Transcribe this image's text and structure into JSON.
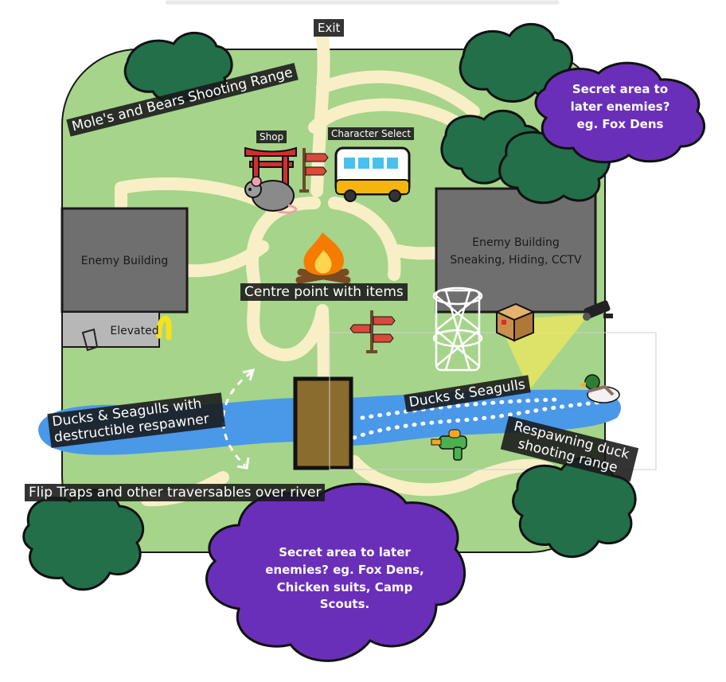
{
  "labels": {
    "exit": "Exit",
    "moles_range": "Mole's and Bears Shooting Range",
    "shop": "Shop",
    "character_select": "Character Select",
    "centre_point": "Centre point with items",
    "ducks_seagulls": "Ducks & Seagulls",
    "ducks_destructible": "Ducks & Seagulls with destructible respawner",
    "respawning_duck": "Respawning duck shooting range",
    "flip_traps": "Flip Traps and other traversables over river"
  },
  "buildings": {
    "left_title": "Enemy Building",
    "left_elevated": "Elevated",
    "right_title": "Enemy Building",
    "right_subtitle": "Sneaking, Hiding, CCTV"
  },
  "clouds": {
    "top_right": "Secret area to later enemies? eg. Fox Dens",
    "bottom": "Secret area to later enemies? eg. Fox Dens, Chicken suits, Camp Scouts."
  },
  "icons": [
    "rat-icon",
    "torii-gate-icon",
    "signpost-icon",
    "bus-icon",
    "campfire-icon",
    "package-icon",
    "cctv-camera-icon",
    "duck-icon",
    "water-gun-icon",
    "tree-icon"
  ],
  "colors": {
    "grass": "#a6d48a",
    "path": "#f8efc6",
    "river": "#4a98e8",
    "tree": "#226f4a",
    "building": "#6f6f6f",
    "cloud": "#6a2fb8",
    "bridge": "#8b6c2f"
  }
}
